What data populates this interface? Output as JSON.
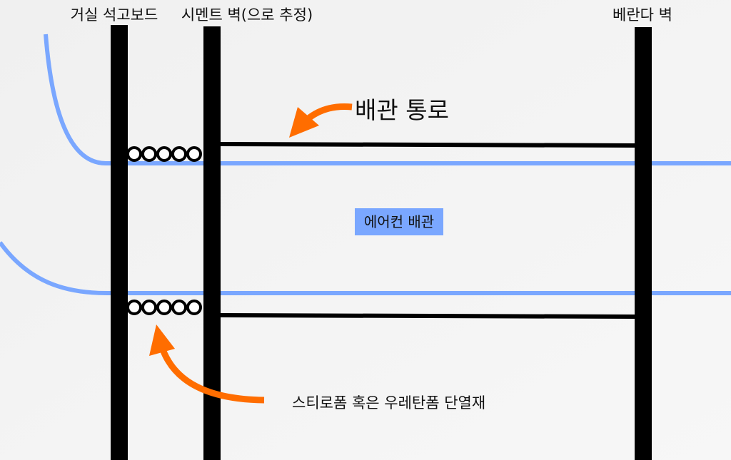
{
  "labels": {
    "drywall": "거실 석고보드",
    "cement_wall": "시멘트 벽(으로 추정)",
    "veranda_wall": "베란다 벽",
    "pipe_passage": "배관 통로",
    "ac_pipe": "에어컨 배관",
    "insulation": "스티로폼 혹은 우레탄폼 단열재"
  },
  "colors": {
    "pipe": "#7aa7ff",
    "arrow": "#ff6d00",
    "wall": "#000000",
    "background": "#f4f4f4"
  }
}
